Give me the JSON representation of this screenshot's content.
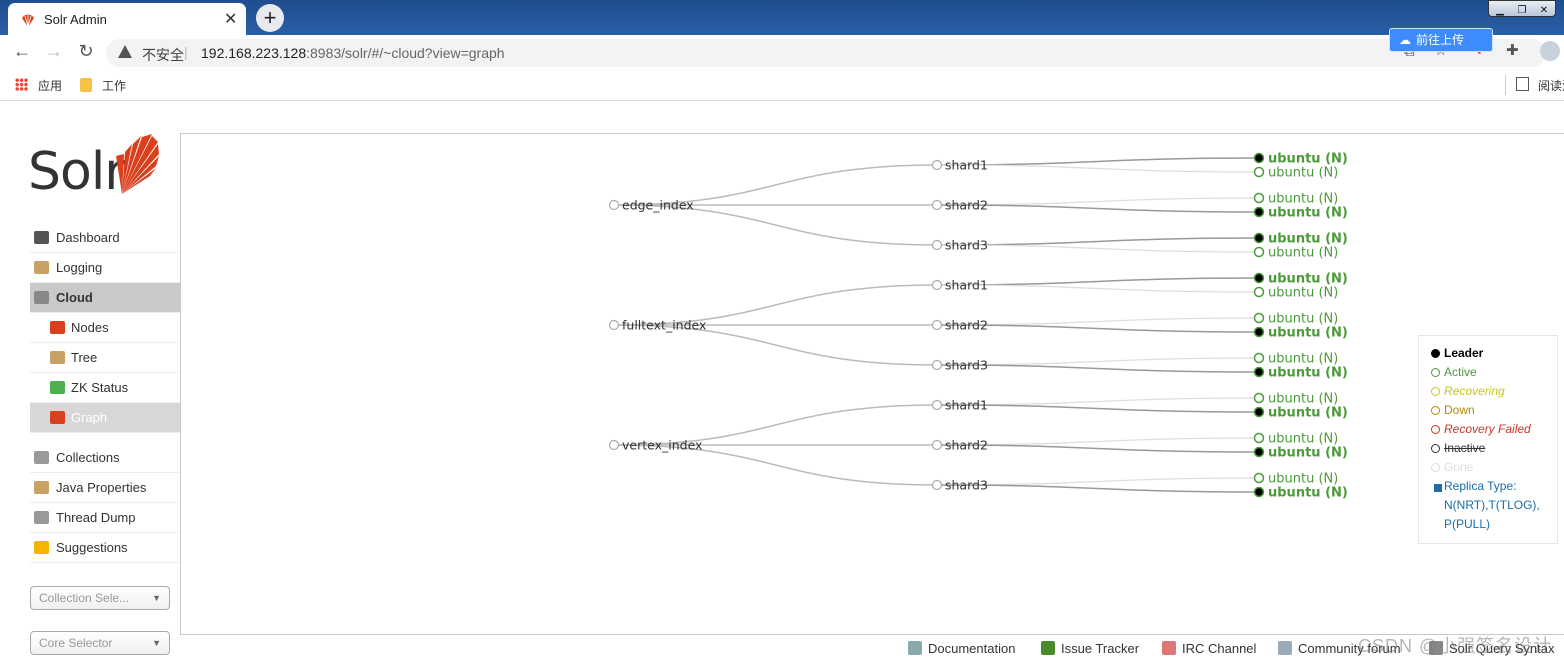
{
  "browser": {
    "tab_title": "Solr Admin",
    "insecure_label": "不安全",
    "url_host": "192.168.223.128",
    "url_rest": ":8983/solr/#/~cloud?view=graph",
    "baidu_button": "前往上传",
    "bookmarks": [
      "应用",
      "工作"
    ],
    "reader_label": "阅读清单"
  },
  "logo_text": "Solr",
  "sidebar": {
    "items": [
      {
        "label": "Dashboard",
        "icon": "dashboard-icon",
        "color": "#555"
      },
      {
        "label": "Logging",
        "icon": "logging-icon",
        "color": "#c9a066"
      },
      {
        "label": "Cloud",
        "icon": "cloud-icon",
        "color": "#888",
        "active": true
      }
    ],
    "cloud_sub": [
      {
        "label": "Nodes",
        "icon": "solr-sun-icon",
        "color": "#d9411e"
      },
      {
        "label": "Tree",
        "icon": "tree-icon",
        "color": "#c9a066"
      },
      {
        "label": "ZK Status",
        "icon": "zk-status-icon",
        "color": "#4caf50"
      },
      {
        "label": "Graph",
        "icon": "graph-icon",
        "color": "#d9411e",
        "active": true
      }
    ],
    "items2": [
      {
        "label": "Collections",
        "icon": "collections-icon",
        "color": "#999"
      },
      {
        "label": "Java Properties",
        "icon": "java-properties-icon",
        "color": "#c9a066"
      },
      {
        "label": "Thread Dump",
        "icon": "thread-dump-icon",
        "color": "#999"
      },
      {
        "label": "Suggestions",
        "icon": "suggestions-icon",
        "color": "#f5b400"
      }
    ],
    "collection_selector": "Collection Sele...",
    "core_selector": "Core Selector"
  },
  "graph": {
    "collections": [
      {
        "name": "edge_index",
        "shards": [
          {
            "name": "shard1",
            "replicas": [
              {
                "label": "ubuntu (N)",
                "leader": true
              },
              {
                "label": "ubuntu (N)",
                "leader": false
              }
            ]
          },
          {
            "name": "shard2",
            "replicas": [
              {
                "label": "ubuntu (N)",
                "leader": false
              },
              {
                "label": "ubuntu (N)",
                "leader": true
              }
            ]
          },
          {
            "name": "shard3",
            "replicas": [
              {
                "label": "ubuntu (N)",
                "leader": true
              },
              {
                "label": "ubuntu (N)",
                "leader": false
              }
            ]
          }
        ]
      },
      {
        "name": "fulltext_index",
        "shards": [
          {
            "name": "shard1",
            "replicas": [
              {
                "label": "ubuntu (N)",
                "leader": true
              },
              {
                "label": "ubuntu (N)",
                "leader": false
              }
            ]
          },
          {
            "name": "shard2",
            "replicas": [
              {
                "label": "ubuntu (N)",
                "leader": false
              },
              {
                "label": "ubuntu (N)",
                "leader": true
              }
            ]
          },
          {
            "name": "shard3",
            "replicas": [
              {
                "label": "ubuntu (N)",
                "leader": false
              },
              {
                "label": "ubuntu (N)",
                "leader": true
              }
            ]
          }
        ]
      },
      {
        "name": "vertex_index",
        "shards": [
          {
            "name": "shard1",
            "replicas": [
              {
                "label": "ubuntu (N)",
                "leader": false
              },
              {
                "label": "ubuntu (N)",
                "leader": true
              }
            ]
          },
          {
            "name": "shard2",
            "replicas": [
              {
                "label": "ubuntu (N)",
                "leader": false
              },
              {
                "label": "ubuntu (N)",
                "leader": true
              }
            ]
          },
          {
            "name": "shard3",
            "replicas": [
              {
                "label": "ubuntu (N)",
                "leader": false
              },
              {
                "label": "ubuntu (N)",
                "leader": true
              }
            ]
          }
        ]
      }
    ]
  },
  "legend": {
    "items": [
      {
        "label": "Leader",
        "color": "#000000",
        "style": "leader"
      },
      {
        "label": "Active",
        "color": "#4c9a3b",
        "style": "normal"
      },
      {
        "label": "Recovering",
        "color": "#c7c71a",
        "style": "italic"
      },
      {
        "label": "Down",
        "color": "#b38a00",
        "style": "normal"
      },
      {
        "label": "Recovery Failed",
        "color": "#c0392b",
        "style": "italic"
      },
      {
        "label": "Inactive",
        "color": "#333333",
        "style": "strike"
      },
      {
        "label": "Gone",
        "color": "#dddddd",
        "style": "normal"
      }
    ],
    "replica_type": "Replica Type: N(NRT),T(TLOG), P(PULL)"
  },
  "footer": {
    "links": [
      {
        "label": "Documentation",
        "icon": "documentation-icon",
        "color": "#8aa"
      },
      {
        "label": "Issue Tracker",
        "icon": "bug-icon",
        "color": "#4a8a2a"
      },
      {
        "label": "IRC Channel",
        "icon": "irc-icon",
        "color": "#d77"
      },
      {
        "label": "Community forum",
        "icon": "mail-icon",
        "color": "#9ab"
      },
      {
        "label": "Solr Query Syntax",
        "icon": "query-syntax-icon",
        "color": "#888"
      }
    ],
    "watermark": "CSDN @小强签名设计"
  },
  "colors": {
    "active": "#4c9a3b",
    "edge": "#bbbbbb",
    "edge_leader": "#999999"
  }
}
